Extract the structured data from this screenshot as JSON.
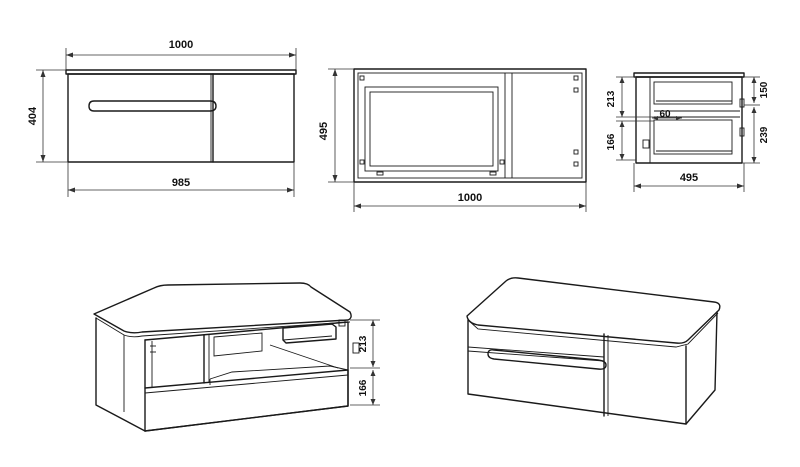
{
  "dimensions": {
    "front_top_width": "1000",
    "front_bottom_width": "985",
    "front_height": "404",
    "top_view_depth": "495",
    "top_view_width": "1000",
    "side_top_drawer": "213",
    "side_bottom_drawer": "166",
    "side_right_top": "150",
    "side_right_bottom": "239",
    "side_inner": "60",
    "side_depth": "495",
    "persp_upper": "213",
    "persp_lower": "166"
  },
  "colors": {
    "line": "#1a1a1a",
    "background": "#ffffff"
  }
}
